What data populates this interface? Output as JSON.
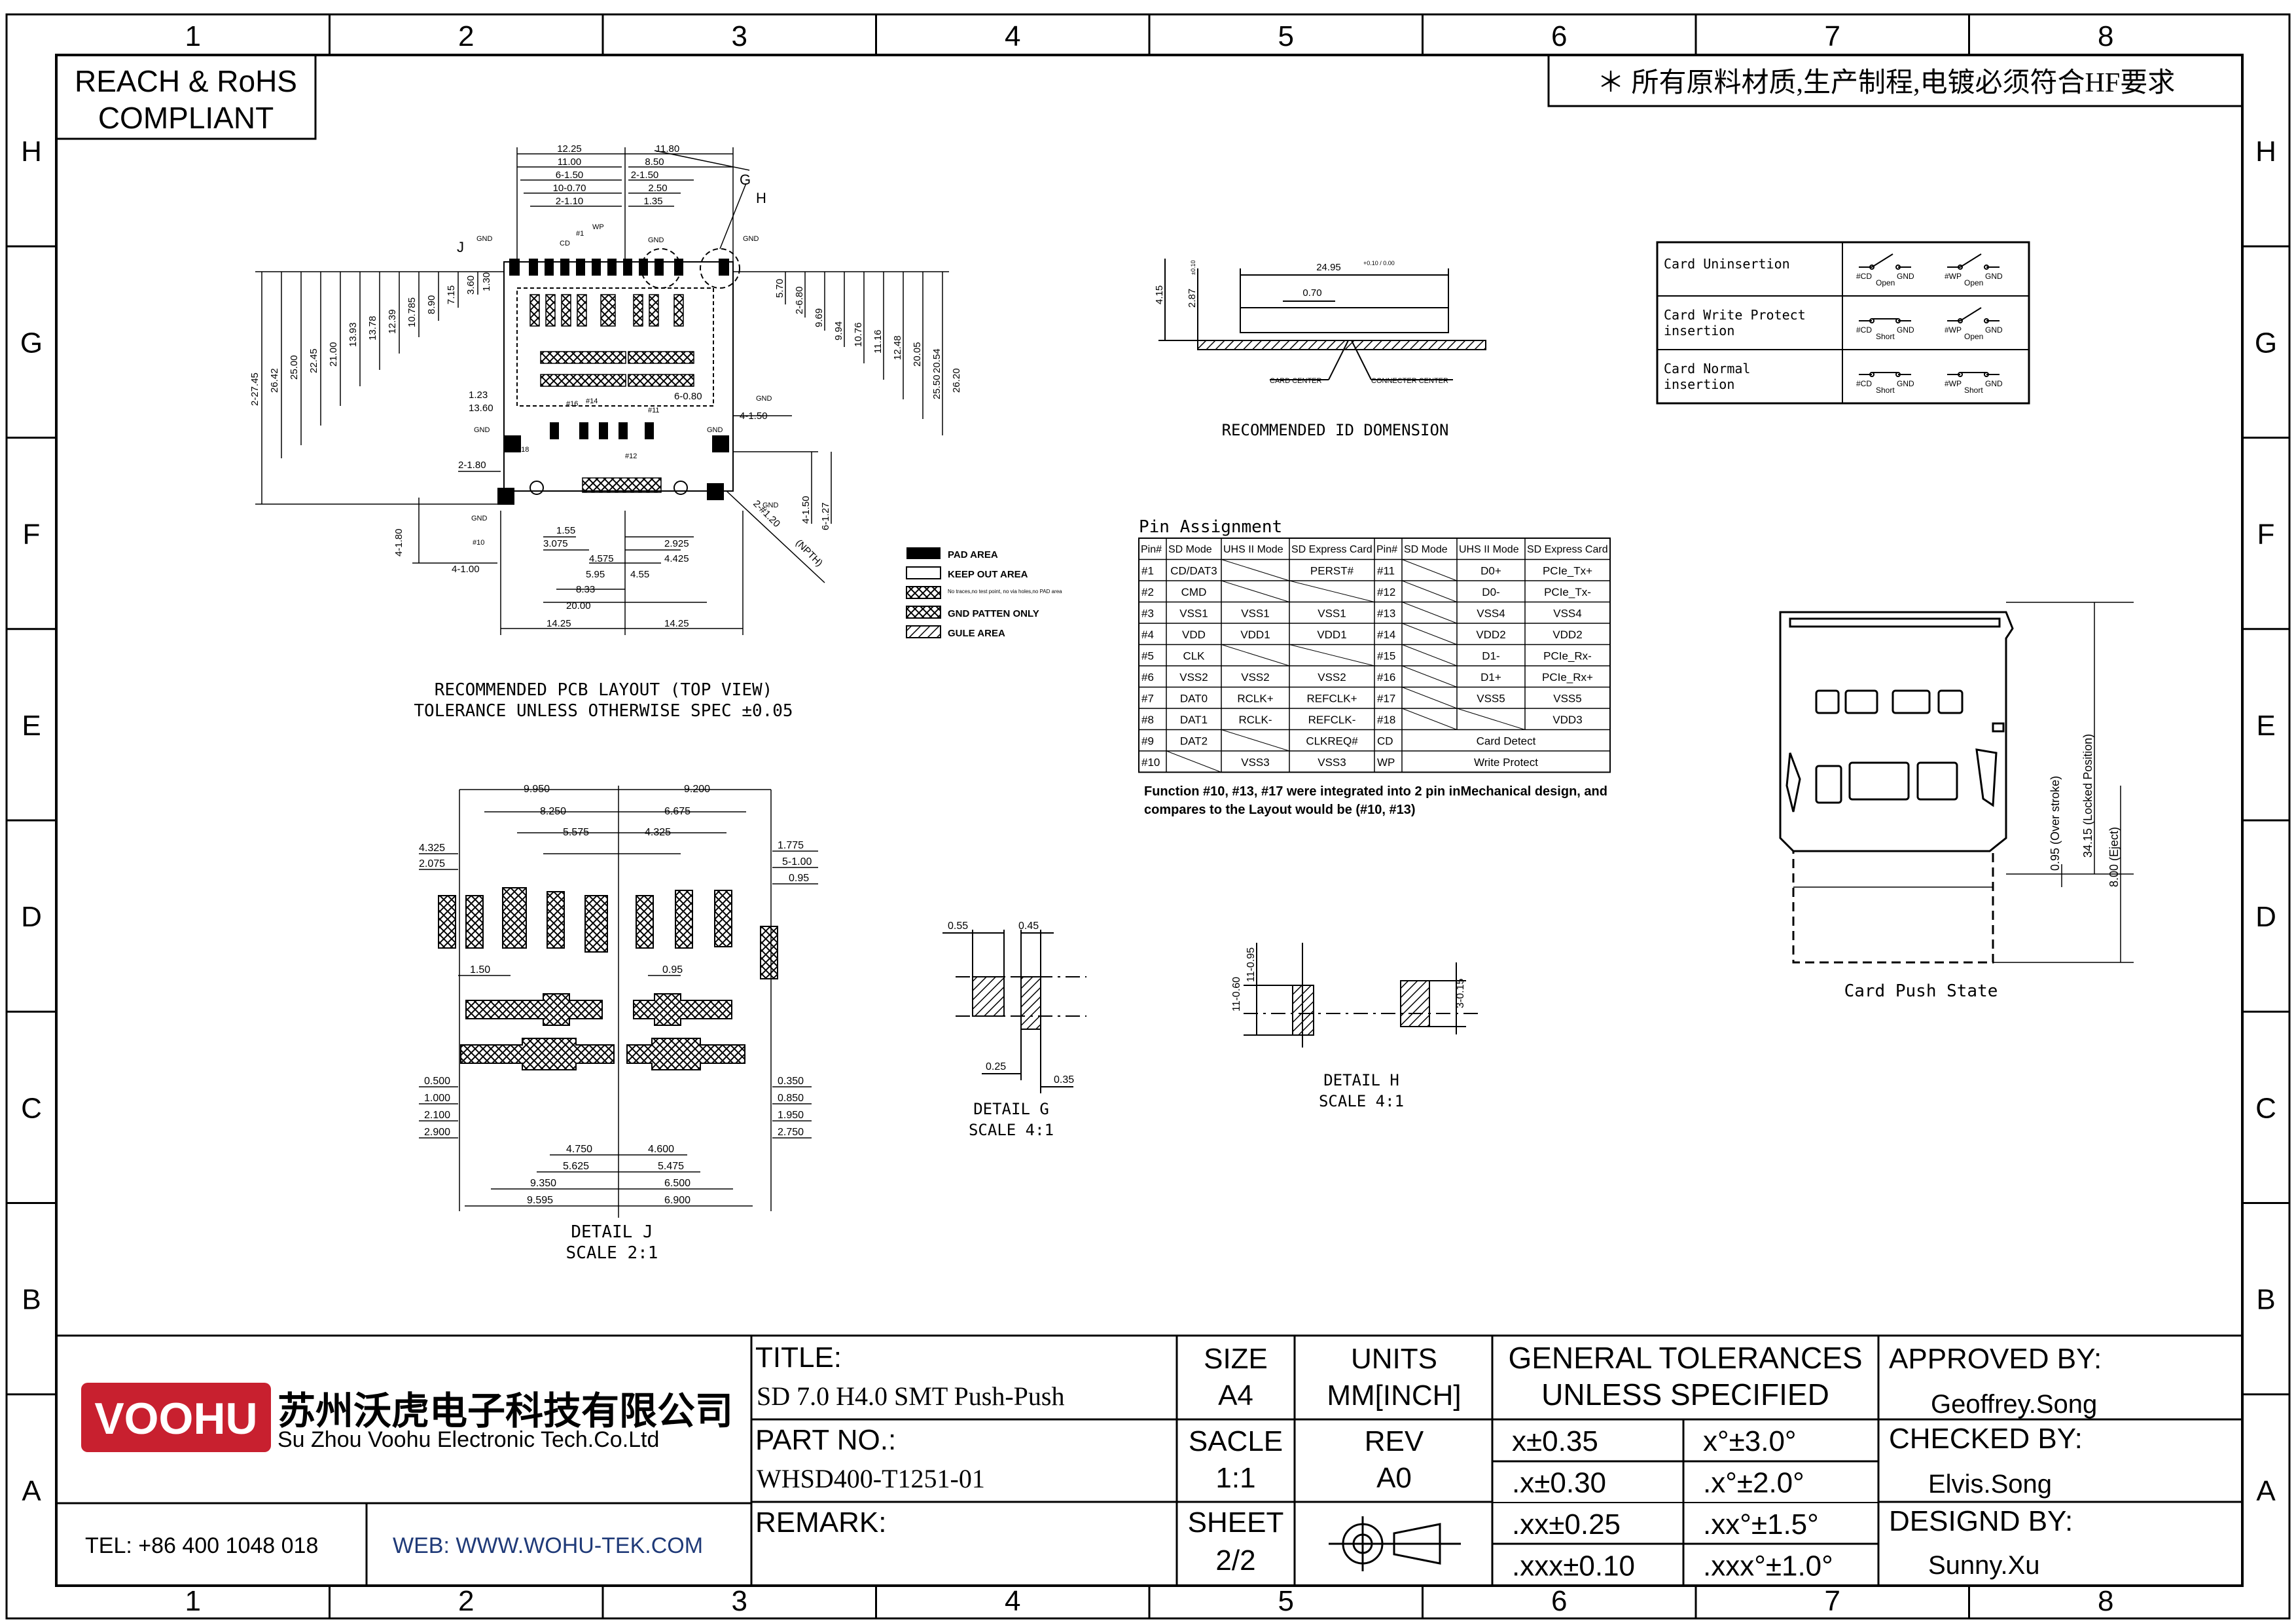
{
  "frame": {
    "columns": [
      "1",
      "2",
      "3",
      "4",
      "5",
      "6",
      "7",
      "8"
    ],
    "rows": [
      "H",
      "G",
      "F",
      "E",
      "D",
      "C",
      "B",
      "A"
    ]
  },
  "compliance": {
    "line1": "REACH & RoHS",
    "line2": "COMPLIANT"
  },
  "hf_note": "＊ 所有原料材质,生产制程,电镀必须符合HF要求",
  "pcb_layout": {
    "caption1": "RECOMMENDED PCB LAYOUT (TOP VIEW)",
    "caption2": "TOLERANCE UNLESS OTHERWISE SPEC ±0.05",
    "top_dims": [
      "12.25",
      "11.00",
      "6-1.50",
      "10-0.70",
      "2-1.10",
      "11.80",
      "8.50",
      "2-1.50",
      "2.50",
      "1.35"
    ],
    "left_dims": [
      "2-27.45",
      "26.42",
      "25.00",
      "22.45",
      "21.00",
      "13.93",
      "13.78",
      "12.39",
      "10.785",
      "8.90",
      "7.15",
      "3.60",
      "1.30"
    ],
    "right_dims": [
      "5.70",
      "2-6.80",
      "9.69",
      "9.94",
      "10.76",
      "11.16",
      "12.48",
      "20.05",
      "20.54",
      "25.50",
      "26.20"
    ],
    "mid_dims": [
      "1.23",
      "13.60",
      "6-0.80",
      "4-1.50",
      "2-1.80",
      "4-1.50",
      "6-1.27",
      "4-1.80",
      "4-1.00",
      "2-#1.20"
    ],
    "bottom_dims": [
      "1.55",
      "3.075",
      "4.575",
      "5.95",
      "4.55",
      "2.925",
      "4.425",
      "8.33",
      "20.00",
      "14.25",
      "14.25"
    ],
    "labels": [
      "G",
      "H",
      "J",
      "GND",
      "GND",
      "GND",
      "GND",
      "GND",
      "GND",
      "GND",
      "GND",
      "#10",
      "#18",
      "#16",
      "#14",
      "#12",
      "#11",
      "#1",
      "CD",
      "WP"
    ],
    "nyth": "(NPTH)"
  },
  "legend": {
    "items": [
      "PAD AREA",
      "KEEP OUT AREA",
      "No traces,no test point, no via holes,no PAD area",
      "GND PATTEN ONLY",
      "GULE AREA"
    ]
  },
  "id_dimension": {
    "caption": "RECOMMENDED ID DOMENSION",
    "dims": [
      "24.95",
      "0.70",
      "4.15",
      "2.87"
    ],
    "tol1": "+0.10 / 0.00",
    "tol2": "±0.10",
    "card_center": "CARD CENTER",
    "connector_center": "CONNECTER CENTER"
  },
  "switch_table": {
    "rows": [
      {
        "label": "Card Uninsertion",
        "left": "Open",
        "right": "Open"
      },
      {
        "label": "Card Write Protect insertion",
        "left": "Short",
        "right": "Open"
      },
      {
        "label": "Card Normal insertion",
        "left": "Short",
        "right": "Short"
      }
    ],
    "cd": "#CD",
    "wp": "#WP",
    "gnd": "GND"
  },
  "pin_assignment": {
    "title": "Pin Assignment",
    "headers": [
      "Pin#",
      "SD Mode",
      "UHS II Mode",
      "SD Express Card",
      "Pin#",
      "SD Mode",
      "UHS II Mode",
      "SD Express Card"
    ],
    "rows": [
      [
        "#1",
        "CD/DAT3",
        "",
        "PERST#",
        "#11",
        "",
        "D0+",
        "PCIe_Tx+"
      ],
      [
        "#2",
        "CMD",
        "",
        "",
        "#12",
        "",
        "D0-",
        "PCIe_Tx-"
      ],
      [
        "#3",
        "VSS1",
        "VSS1",
        "VSS1",
        "#13",
        "",
        "VSS4",
        "VSS4"
      ],
      [
        "#4",
        "VDD",
        "VDD1",
        "VDD1",
        "#14",
        "",
        "VDD2",
        "VDD2"
      ],
      [
        "#5",
        "CLK",
        "",
        "",
        "#15",
        "",
        "D1-",
        "PCIe_Rx-"
      ],
      [
        "#6",
        "VSS2",
        "VSS2",
        "VSS2",
        "#16",
        "",
        "D1+",
        "PCIe_Rx+"
      ],
      [
        "#7",
        "DAT0",
        "RCLK+",
        "REFCLK+",
        "#17",
        "",
        "VSS5",
        "VSS5"
      ],
      [
        "#8",
        "DAT1",
        "RCLK-",
        "REFCLK-",
        "#18",
        "",
        "",
        "VDD3"
      ],
      [
        "#9",
        "DAT2",
        "",
        "CLKREQ#",
        "CD",
        "Card Detect",
        "",
        ""
      ],
      [
        "#10",
        "",
        "VSS3",
        "VSS3",
        "WP",
        "Write Protect",
        "",
        ""
      ]
    ],
    "note1": "Function #10, #13, #17 were integrated into 2 pin inMechanical design, and",
    "note2": "compares to the Layout would be (#10, #13)"
  },
  "card_push": {
    "caption": "Card Push State",
    "dims": [
      "0.95 (Over stroke)",
      "34.15 (Locked Position)",
      "8.00 (Eject)"
    ]
  },
  "detail_j": {
    "caption1": "DETAIL J",
    "caption2": "SCALE 2:1",
    "dims": [
      "9.950",
      "9.200",
      "8.250",
      "6.675",
      "5.575",
      "4.325",
      "4.325",
      "2.075",
      "1.775",
      "5-1.00",
      "0.95",
      "1.50",
      "0.95",
      "0.500",
      "1.000",
      "2.100",
      "2.900",
      "0.350",
      "0.850",
      "1.950",
      "2.750",
      "4.750",
      "4.600",
      "5.625",
      "5.475",
      "9.350",
      "6.500",
      "9.595",
      "6.900"
    ]
  },
  "detail_g": {
    "caption1": "DETAIL G",
    "caption2": "SCALE 4:1",
    "dims": [
      "0.55",
      "0.45",
      "0.25",
      "0.35"
    ]
  },
  "detail_h": {
    "caption1": "DETAIL H",
    "caption2": "SCALE 4:1",
    "dims": [
      "11-0.95",
      "11-0.60",
      "3-0.15"
    ]
  },
  "title_block": {
    "logo": "VOOHU",
    "company_cn": "苏州沃虎电子科技有限公司",
    "company_en": "Su Zhou Voohu Electronic Tech.Co.Ltd",
    "tel": "TEL: +86 400 1048 018",
    "web": "WEB: WWW.WOHU-TEK.COM",
    "title_label": "TITLE:",
    "title_value": "SD 7.0 H4.0 SMT Push-Push",
    "part_label": "PART NO.:",
    "part_value": "WHSD400-T1251-01",
    "remark_label": "REMARK:",
    "size_label": "SIZE",
    "size_value": "A4",
    "units_label": "UNITS",
    "units_value": "MM[INCH]",
    "scale_label": "SACLE",
    "scale_value": "1:1",
    "rev_label": "REV",
    "rev_value": "A0",
    "sheet_label": "SHEET",
    "sheet_value": "2/2",
    "tol_title1": "GENERAL TOLERANCES",
    "tol_title2": "UNLESS SPECIFIED",
    "tolerances": [
      [
        "x±0.35",
        "x°±3.0°"
      ],
      [
        ".x±0.30",
        ".x°±2.0°"
      ],
      [
        ".xx±0.25",
        ".xx°±1.5°"
      ],
      [
        ".xxx±0.10",
        ".xxx°±1.0°"
      ]
    ],
    "approved_label": "APPROVED BY:",
    "approved_value": "Geoffrey.Song",
    "checked_label": "CHECKED BY:",
    "checked_value": "Elvis.Song",
    "designed_label": "DESIGND BY:",
    "designed_value": "Sunny.Xu"
  }
}
